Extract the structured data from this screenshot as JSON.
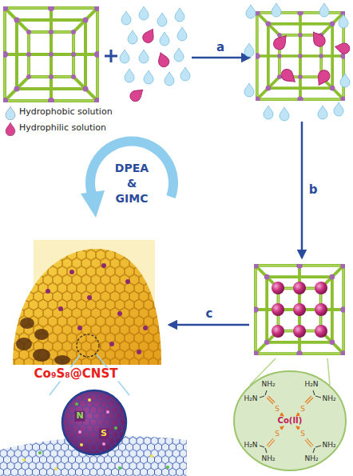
{
  "diagram": {
    "nodes": [
      {
        "text": [
          "NH₂",
          "H₂N",
          "H₂N",
          "S",
          "S",
          "NH₂",
          "Co(II)",
          "H₂N",
          "S",
          "S",
          "NH₂",
          "NH₂",
          "NH₂"
        ]
      }
    ],
    "labels": [
      "a",
      "b",
      "c",
      "DPEA",
      "&",
      "GIMC",
      "Co₉S₈@CNST",
      "N",
      "S"
    ],
    "legend": [
      {
        "text": "Hydrophobic solution",
        "color": "#bfe4f6"
      },
      {
        "text": "Hydrophilic solution",
        "color": "#d9438f"
      }
    ]
  }
}
